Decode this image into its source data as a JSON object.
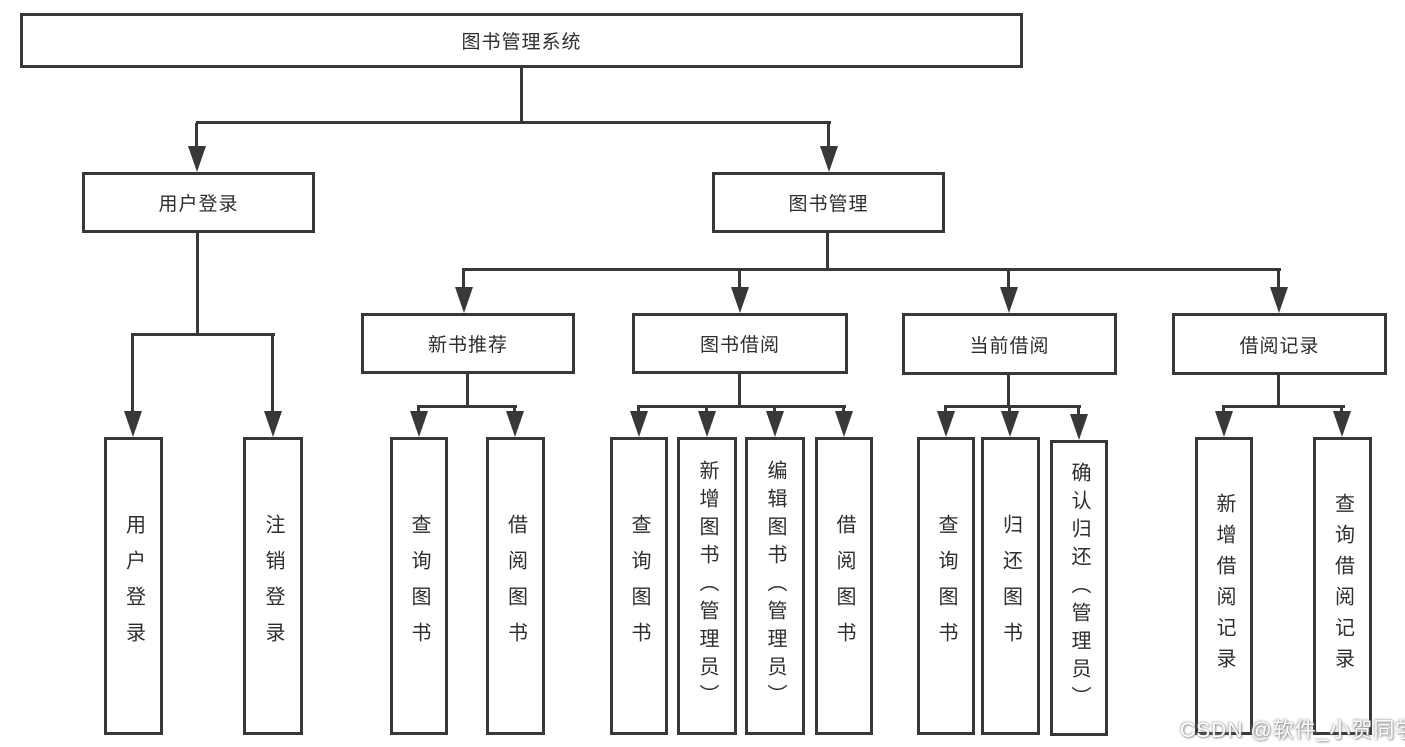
{
  "nodes": {
    "root": {
      "label": "图书管理系统"
    },
    "level2": {
      "user_login": {
        "label": "用户登录"
      },
      "book_management": {
        "label": "图书管理"
      }
    },
    "level3": {
      "new_book_recommend": {
        "label": "新书推荐"
      },
      "book_borrowing": {
        "label": "图书借阅"
      },
      "current_borrowing": {
        "label": "当前借阅"
      },
      "borrowing_records": {
        "label": "借阅记录"
      }
    },
    "leaves": {
      "user_login": {
        "label": "用户登录"
      },
      "logout": {
        "label": "注销登录"
      },
      "nb_query_books": {
        "label": "查询图书"
      },
      "nb_borrow_books": {
        "label": "借阅图书"
      },
      "bb_query_books": {
        "label": "查询图书"
      },
      "bb_add_books": {
        "label": "新增图书（管理员）"
      },
      "bb_edit_books": {
        "label": "编辑图书（管理员）"
      },
      "bb_borrow_books": {
        "label": "借阅图书"
      },
      "cb_query_books": {
        "label": "查询图书"
      },
      "cb_return_books": {
        "label": "归还图书"
      },
      "cb_confirm_return": {
        "label": "确认归还（管理员）"
      },
      "br_add_record": {
        "label": "新增借阅记录"
      },
      "br_query_record": {
        "label": "查询借阅记录"
      }
    }
  },
  "watermark": {
    "text": "CSDN @软件_小贺同学"
  },
  "colors": {
    "line": "#383838",
    "box_border": "#383838",
    "text": "#2e2e2e",
    "background": "#ffffff"
  }
}
